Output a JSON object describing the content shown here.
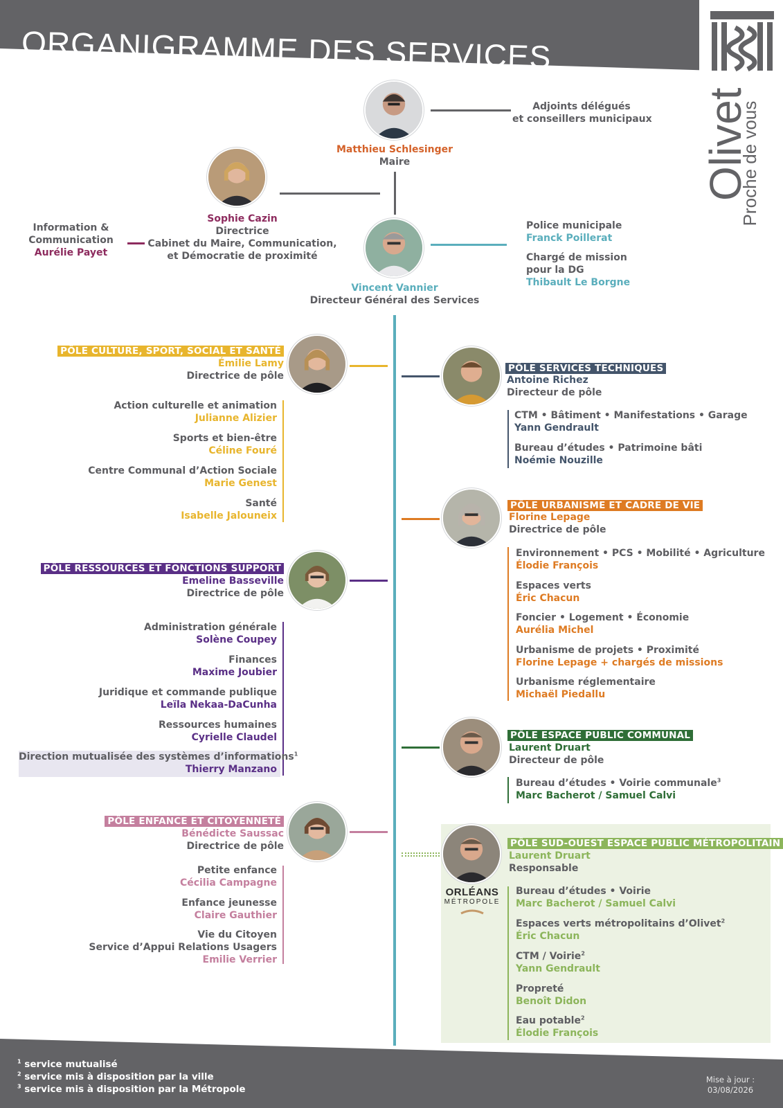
{
  "header": {
    "title": "ORGANIGRAMME DES SERVICES",
    "logo_word": "Olivet",
    "logo_tagline": "Proche de vous"
  },
  "colors": {
    "grey": "#636366",
    "teal": "#5aaebc",
    "mayor_orange": "#d4622a",
    "culture": "#e8b52d",
    "tech": "#44556b",
    "urban": "#de7b23",
    "ressources": "#5a2f86",
    "public_communal": "#2f6e37",
    "enfance": "#c47f9e",
    "metro": "#8cb55b",
    "comm": "#8d2b5e"
  },
  "maire": {
    "name": "Matthieu Schlesinger",
    "role": "Maire"
  },
  "adjoints": {
    "line1": "Adjoints délégués",
    "line2": "et conseillers municipaux"
  },
  "cabinet": {
    "name": "Sophie Cazin",
    "role1": "Directrice",
    "role2": "Cabinet du Maire, Communication,",
    "role3": "et Démocratie de proximité"
  },
  "info_comm": {
    "line1": "Information &",
    "line2": "Communication",
    "name": "Aurélie Payet"
  },
  "dgs": {
    "name": "Vincent Vannier",
    "role": "Directeur Général des Services"
  },
  "police": {
    "label": "Police municipale",
    "name": "Franck Poillerat"
  },
  "mission": {
    "label1": "Chargé de mission",
    "label2": "pour la DG",
    "name": "Thibault Le Borgne"
  },
  "culture": {
    "title": "PÔLE CULTURE, SPORT, SOCIAL ET SANTÉ",
    "head": "Émilie Lamy",
    "role": "Directrice de pôle",
    "items": [
      {
        "label": "Action culturelle et animation",
        "name": "Julianne Alizier"
      },
      {
        "label": "Sports et bien-être",
        "name": "Céline Fouré"
      },
      {
        "label": "Centre Communal d’Action Sociale",
        "name": "Marie Genest"
      },
      {
        "label": "Santé",
        "name": "Isabelle Jalouneix"
      }
    ]
  },
  "ressources": {
    "title": "PÔLE RESSOURCES ET FONCTIONS SUPPORT",
    "head": "Emeline Basseville",
    "role": "Directrice de pôle",
    "items": [
      {
        "label": "Administration générale",
        "name": "Solène Coupey"
      },
      {
        "label": "Finances",
        "name": "Maxime Joubier"
      },
      {
        "label": "Juridique et commande publique",
        "name": "Leïla Nekaa-DaCunha"
      },
      {
        "label": "Ressources humaines",
        "name": "Cyrielle Claudel"
      },
      {
        "label": "Direction mutualisée des systèmes d’informations",
        "sup": "1",
        "name": "Thierry Manzano"
      }
    ]
  },
  "enfance": {
    "title": "PÔLE ENFANCE ET CITOYENNETÉ",
    "head": "Bénédicte Saussac",
    "role": "Directrice de pôle",
    "items": [
      {
        "label": "Petite enfance",
        "name": "Cécilia Campagne"
      },
      {
        "label": "Enfance jeunesse",
        "name": "Claire Gauthier"
      },
      {
        "label": "Vie du Citoyen",
        "label2": "Service d’Appui Relations Usagers",
        "name": "Emilie Verrier"
      }
    ]
  },
  "tech": {
    "title": "PÔLE SERVICES TECHNIQUES",
    "head": "Antoine Richez",
    "role": "Directeur de pôle",
    "items": [
      {
        "label": "CTM • Bâtiment • Manifestations • Garage",
        "name": "Yann Gendrault"
      },
      {
        "label": "Bureau d’études • Patrimoine bâti",
        "name": "Noémie Nouzille"
      }
    ]
  },
  "urban": {
    "title": "PÔLE URBANISME ET CADRE DE VIE",
    "head": "Florine Lepage",
    "role": "Directrice de pôle",
    "items": [
      {
        "label": "Environnement • PCS • Mobilité • Agriculture",
        "name": "Élodie François"
      },
      {
        "label": "Espaces verts",
        "name": "Éric Chacun"
      },
      {
        "label": "Foncier • Logement  • Économie",
        "name": "Aurélia Michel"
      },
      {
        "label": "Urbanisme de projets • Proximité",
        "name": "Florine Lepage + chargés de missions"
      },
      {
        "label": "Urbanisme réglementaire",
        "name": "Michaël Piedallu"
      }
    ]
  },
  "public": {
    "title": "PÔLE ESPACE PUBLIC COMMUNAL",
    "head": "Laurent Druart",
    "role": "Directeur de pôle",
    "items": [
      {
        "label": "Bureau d’études • Voirie communale",
        "sup": "3",
        "name": "Marc Bacherot / Samuel Calvi"
      }
    ]
  },
  "metro": {
    "title": "PÔLE SUD-OUEST ESPACE PUBLIC MÉTROPOLITAIN",
    "head": "Laurent Druart",
    "role": "Responsable",
    "logo_line1": "ORLÉANS",
    "logo_line2": "MÉTROPOLE",
    "items": [
      {
        "label": "Bureau d’études • Voirie",
        "name": "Marc Bacherot / Samuel Calvi"
      },
      {
        "label": "Espaces verts métropolitains d’Olivet",
        "sup": "2",
        "name": "Éric Chacun"
      },
      {
        "label": "CTM / Voirie",
        "sup": "2",
        "name": "Yann Gendrault"
      },
      {
        "label": "Propreté",
        "name": "Benoît Didon"
      },
      {
        "label": "Eau potable",
        "sup": "2",
        "name": "Élodie François"
      }
    ]
  },
  "footer": {
    "notes": [
      {
        "sup": "1",
        "text": "service mutualisé"
      },
      {
        "sup": "2",
        "text": "service mis à disposition par la ville"
      },
      {
        "sup": "3",
        "text": "service mis à disposition par la Métropole"
      }
    ],
    "updated_label": "Mise à jour :",
    "updated_date": "03/08/2026"
  }
}
